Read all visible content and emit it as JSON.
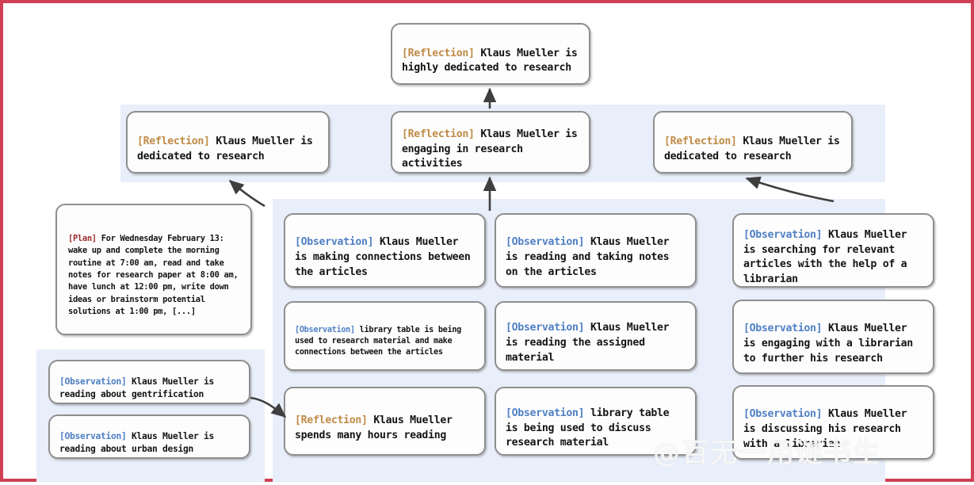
{
  "figure": {
    "kind": "reflection-tree-diagram",
    "border_color": "#cf4055",
    "panel_color": "#e8effa",
    "node_border_color": "#8e8e8e",
    "node_fill_color": "#fdfdfd",
    "tag_colors": {
      "reflection": "#c08b46",
      "observation": "#4f7fc4",
      "plan": "#9c2b2b"
    }
  },
  "watermark": {
    "text": "@百无一用谜书生"
  },
  "root": {
    "tag": "[Reflection]",
    "tag_type": "reflection",
    "text": " Klaus Mueller is highly dedicated to research"
  },
  "reflections": [
    {
      "tag": "[Reflection]",
      "tag_type": "reflection",
      "text": " Klaus Mueller is dedicated to research"
    },
    {
      "tag": "[Reflection]",
      "tag_type": "reflection",
      "text": " Klaus Mueller is engaging in research activities"
    },
    {
      "tag": "[Reflection]",
      "tag_type": "reflection",
      "text": " Klaus Mueller is dedicated to research"
    }
  ],
  "plan": {
    "tag": "[Plan]",
    "tag_type": "plan",
    "text": " For Wednesday February 13: wake up and complete the morning routine at 7:00 am, read and take notes for research paper at 8:00 am, have lunch at 12:00 pm, write down ideas or brainstorm potential solutions at 1:00 pm, [...]"
  },
  "bottom_left_observations": [
    {
      "tag": "[Observation]",
      "tag_type": "observation",
      "text": " Klaus Mueller is reading about gentrification"
    },
    {
      "tag": "[Observation]",
      "tag_type": "observation",
      "text": " Klaus Mueller is reading about urban design"
    }
  ],
  "column_middle_left": [
    {
      "tag": "[Observation]",
      "tag_type": "observation",
      "text": " Klaus Mueller is making connections between the articles"
    },
    {
      "tag": "[Observation]",
      "tag_type": "observation",
      "text": " library table is being used to research material and make connections between the articles"
    },
    {
      "tag": "[Reflection]",
      "tag_type": "reflection",
      "text": " Klaus Mueller spends many hours reading"
    }
  ],
  "column_middle_right": [
    {
      "tag": "[Observation]",
      "tag_type": "observation",
      "text": " Klaus Mueller is reading and taking notes on the articles"
    },
    {
      "tag": "[Observation]",
      "tag_type": "observation",
      "text": " Klaus Mueller is reading the assigned material"
    },
    {
      "tag": "[Observation]",
      "tag_type": "observation",
      "text": " library table is being used to discuss research material"
    }
  ],
  "column_right": [
    {
      "tag": "[Observation]",
      "tag_type": "observation",
      "text": " Klaus Mueller is searching for relevant articles with the help of a librarian"
    },
    {
      "tag": "[Observation]",
      "tag_type": "observation",
      "text": " Klaus Mueller is engaging with a librarian to further his research"
    },
    {
      "tag": "[Observation]",
      "tag_type": "observation",
      "text": " Klaus Mueller is discussing his research with a librarian"
    }
  ]
}
